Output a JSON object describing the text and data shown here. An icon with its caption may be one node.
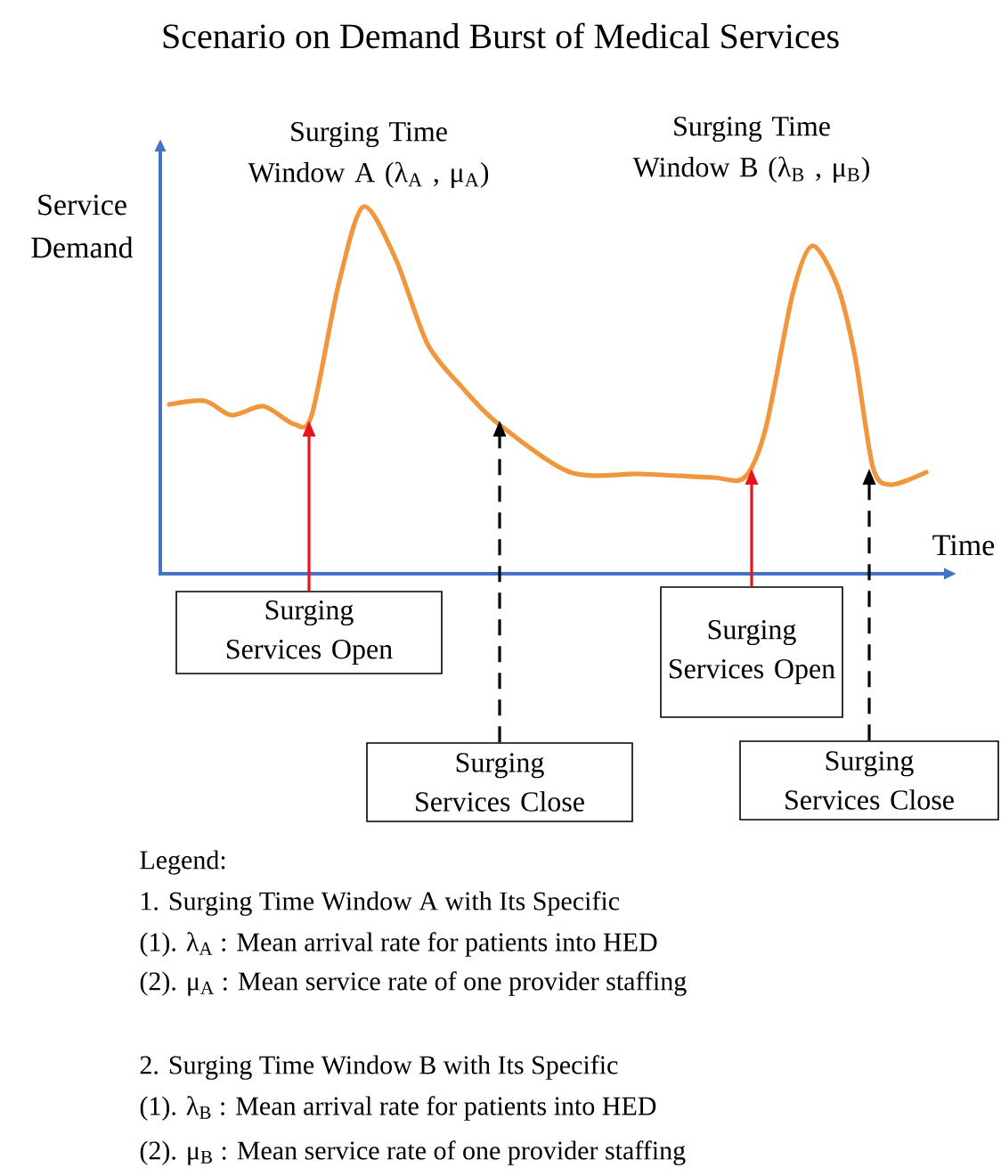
{
  "diagram": {
    "title": "Scenario on Demand Burst of Medical Services",
    "nodes": [
      {
        "text": [
          "Surging Services Open"
        ]
      },
      {
        "text": [
          "Surging Services Close"
        ]
      },
      {
        "text": [
          "Surging Services Open"
        ]
      },
      {
        "text": [
          "Surging Services Close"
        ]
      }
    ],
    "edges": [
      {
        "from": 0,
        "to": null,
        "arrow": "to",
        "color": "#e8141c"
      },
      {
        "from": 1,
        "to": null,
        "arrow": "to",
        "style": "dashed",
        "color": "#000000"
      },
      {
        "from": 2,
        "to": null,
        "arrow": "to",
        "color": "#e8141c"
      },
      {
        "from": 3,
        "to": null,
        "arrow": "to",
        "style": "dashed",
        "color": "#000000"
      }
    ],
    "labels": [
      "Surging Time Window A (λ$_{A}$ , μ$_{A}$)",
      "Surging Time Window B (λ$_{B}$ , μ$_{B}$)",
      "Service Demand",
      "Time",
      "Legend:",
      "1. Surging Time Window A with Its Specific",
      "(1). λ$_{A}$ : Mean arrival rate for patients into HED",
      "(2). μ$_{A}$ : Mean service rate of one provider staffing",
      "2. Surging Time Window B with Its Specific",
      "(1). λ$_{B}$ : Mean arrival rate for patients into HED",
      "(2). μ$_{B}$ : Mean service rate of one provider staffing"
    ]
  }
}
